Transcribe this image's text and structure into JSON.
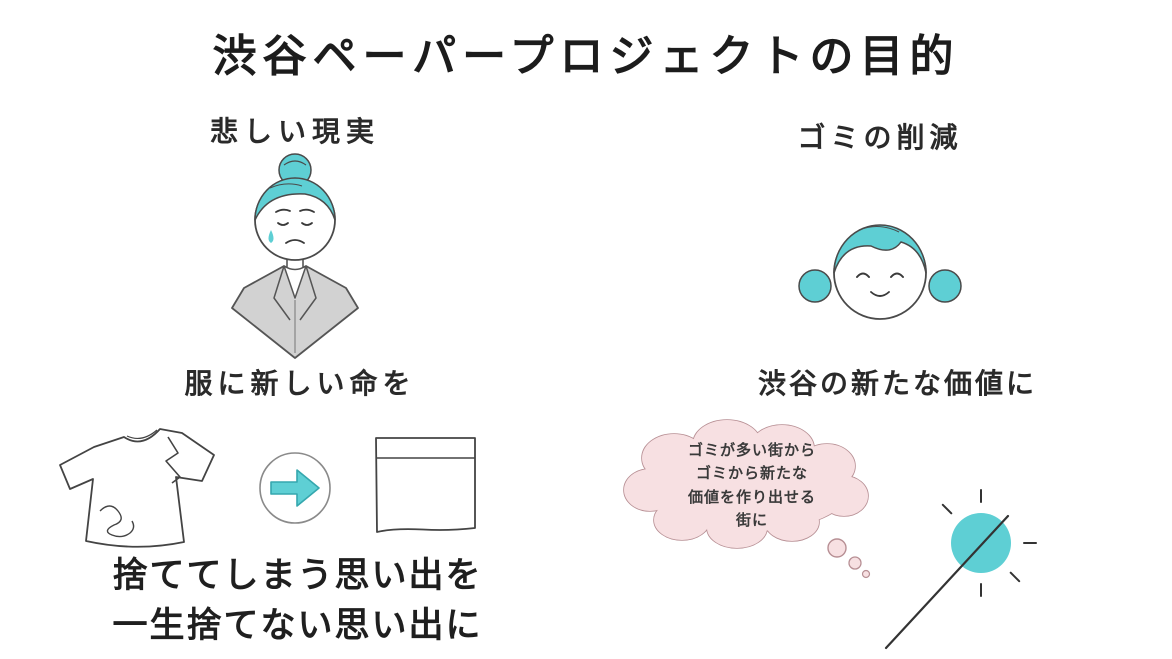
{
  "slide": {
    "title": "渋谷ペーパープロジェクトの目的",
    "left": {
      "heading_top": "悲しい現実",
      "heading_mid": "服に新しい命を",
      "caption_line1": "捨ててしまう思い出を",
      "caption_line2": "一生捨てない思い出に"
    },
    "right": {
      "heading_top": "ゴミの削減",
      "heading_mid": "渋谷の新たな価値に",
      "bubble_lines": [
        "ゴミが多い街から",
        "ゴミから新たな",
        "価値を作り出せる",
        "街に"
      ]
    },
    "icons": {
      "sad_woman": "sad-woman-icon",
      "happy_girl": "happy-girl-icon",
      "torn_shirt": "torn-shirt-icon",
      "arrow": "right-arrow-icon",
      "paper": "paper-icon",
      "thought_bubble": "thought-bubble-icon",
      "magic_wand": "magic-wand-icon"
    },
    "colors": {
      "accent_teal": "#5ecfd4",
      "bubble_pink": "#f7e0e2",
      "suit_gray": "#d2d2d2",
      "text": "#262626",
      "background": "#ffffff"
    }
  }
}
